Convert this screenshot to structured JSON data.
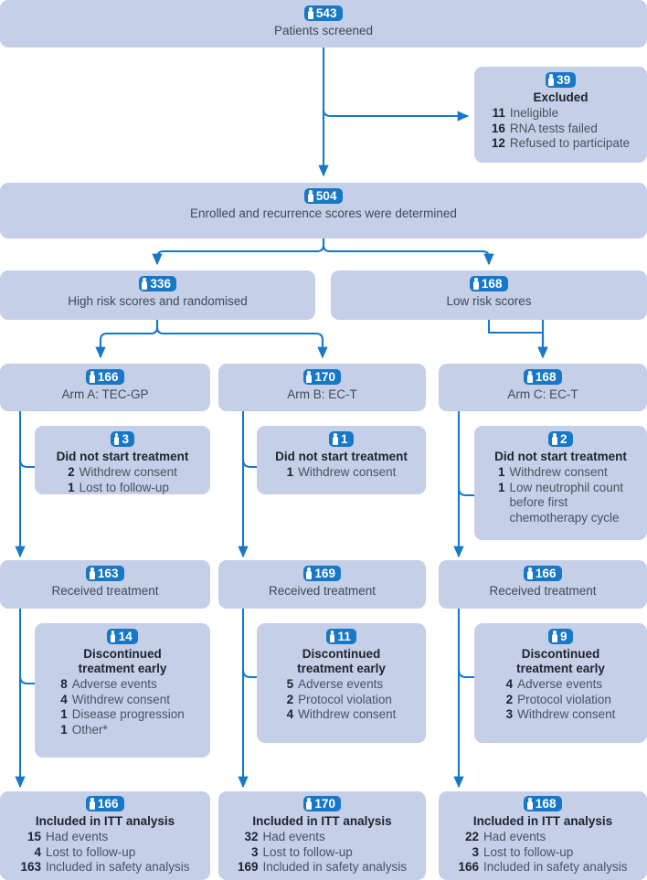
{
  "diagram": {
    "type": "consort-flow-diagram",
    "accent_color": "#1878c8",
    "box_color": "#c5cfe8",
    "icon_name": "person-count-badge",
    "nodes": {
      "screened": {
        "count": "543",
        "title": "Patients screened"
      },
      "excluded": {
        "count": "39",
        "title": "Excluded",
        "items": [
          {
            "n": "11",
            "t": "Ineligible"
          },
          {
            "n": "16",
            "t": "RNA tests failed"
          },
          {
            "n": "12",
            "t": "Refused to participate"
          }
        ]
      },
      "enrolled": {
        "count": "504",
        "title": "Enrolled and recurrence scores were determined"
      },
      "high_risk": {
        "count": "336",
        "title": "High risk scores and randomised"
      },
      "low_risk": {
        "count": "168",
        "title": "Low risk scores"
      },
      "arm_a": {
        "count": "166",
        "title": "Arm A: TEC-GP"
      },
      "arm_b": {
        "count": "170",
        "title": "Arm B: EC-T"
      },
      "arm_c": {
        "count": "168",
        "title": "Arm C: EC-T"
      },
      "not_started_a": {
        "count": "3",
        "title": "Did not start treatment",
        "items": [
          {
            "n": "2",
            "t": "Withdrew consent"
          },
          {
            "n": "1",
            "t": "Lost to follow-up"
          }
        ]
      },
      "not_started_b": {
        "count": "1",
        "title": "Did not start treatment",
        "items": [
          {
            "n": "1",
            "t": "Withdrew consent"
          }
        ]
      },
      "not_started_c": {
        "count": "2",
        "title": "Did not start treatment",
        "items": [
          {
            "n": "1",
            "t": "Withdrew consent"
          },
          {
            "n": "1",
            "t": "Low neutrophil count\nbefore first\nchemotherapy cycle"
          }
        ]
      },
      "received_a": {
        "count": "163",
        "title": "Received treatment"
      },
      "received_b": {
        "count": "169",
        "title": "Received treatment"
      },
      "received_c": {
        "count": "166",
        "title": "Received treatment"
      },
      "discontinued_a": {
        "count": "14",
        "title": "Discontinued\ntreatment early",
        "items": [
          {
            "n": "8",
            "t": "Adverse events"
          },
          {
            "n": "4",
            "t": "Withdrew consent"
          },
          {
            "n": "1",
            "t": "Disease progression"
          },
          {
            "n": "1",
            "t": "Other*"
          }
        ]
      },
      "discontinued_b": {
        "count": "11",
        "title": "Discontinued\ntreatment early",
        "items": [
          {
            "n": "5",
            "t": "Adverse events"
          },
          {
            "n": "2",
            "t": "Protocol violation"
          },
          {
            "n": "4",
            "t": "Withdrew consent"
          }
        ]
      },
      "discontinued_c": {
        "count": "9",
        "title": "Discontinued\ntreatment early",
        "items": [
          {
            "n": "4",
            "t": "Adverse events"
          },
          {
            "n": "2",
            "t": "Protocol violation"
          },
          {
            "n": "3",
            "t": "Withdrew consent"
          }
        ]
      },
      "itt_a": {
        "count": "166",
        "title": "Included in ITT analysis",
        "items": [
          {
            "n": "15",
            "t": "Had events"
          },
          {
            "n": "4",
            "t": "Lost to follow-up"
          },
          {
            "n": "163",
            "t": "Included in safety analysis"
          }
        ]
      },
      "itt_b": {
        "count": "170",
        "title": "Included in ITT analysis",
        "items": [
          {
            "n": "32",
            "t": "Had events"
          },
          {
            "n": "3",
            "t": "Lost to follow-up"
          },
          {
            "n": "169",
            "t": "Included in safety analysis"
          }
        ]
      },
      "itt_c": {
        "count": "168",
        "title": "Included in ITT analysis",
        "items": [
          {
            "n": "22",
            "t": "Had events"
          },
          {
            "n": "3",
            "t": "Lost to follow-up"
          },
          {
            "n": "166",
            "t": "Included in safety analysis"
          }
        ]
      }
    }
  }
}
